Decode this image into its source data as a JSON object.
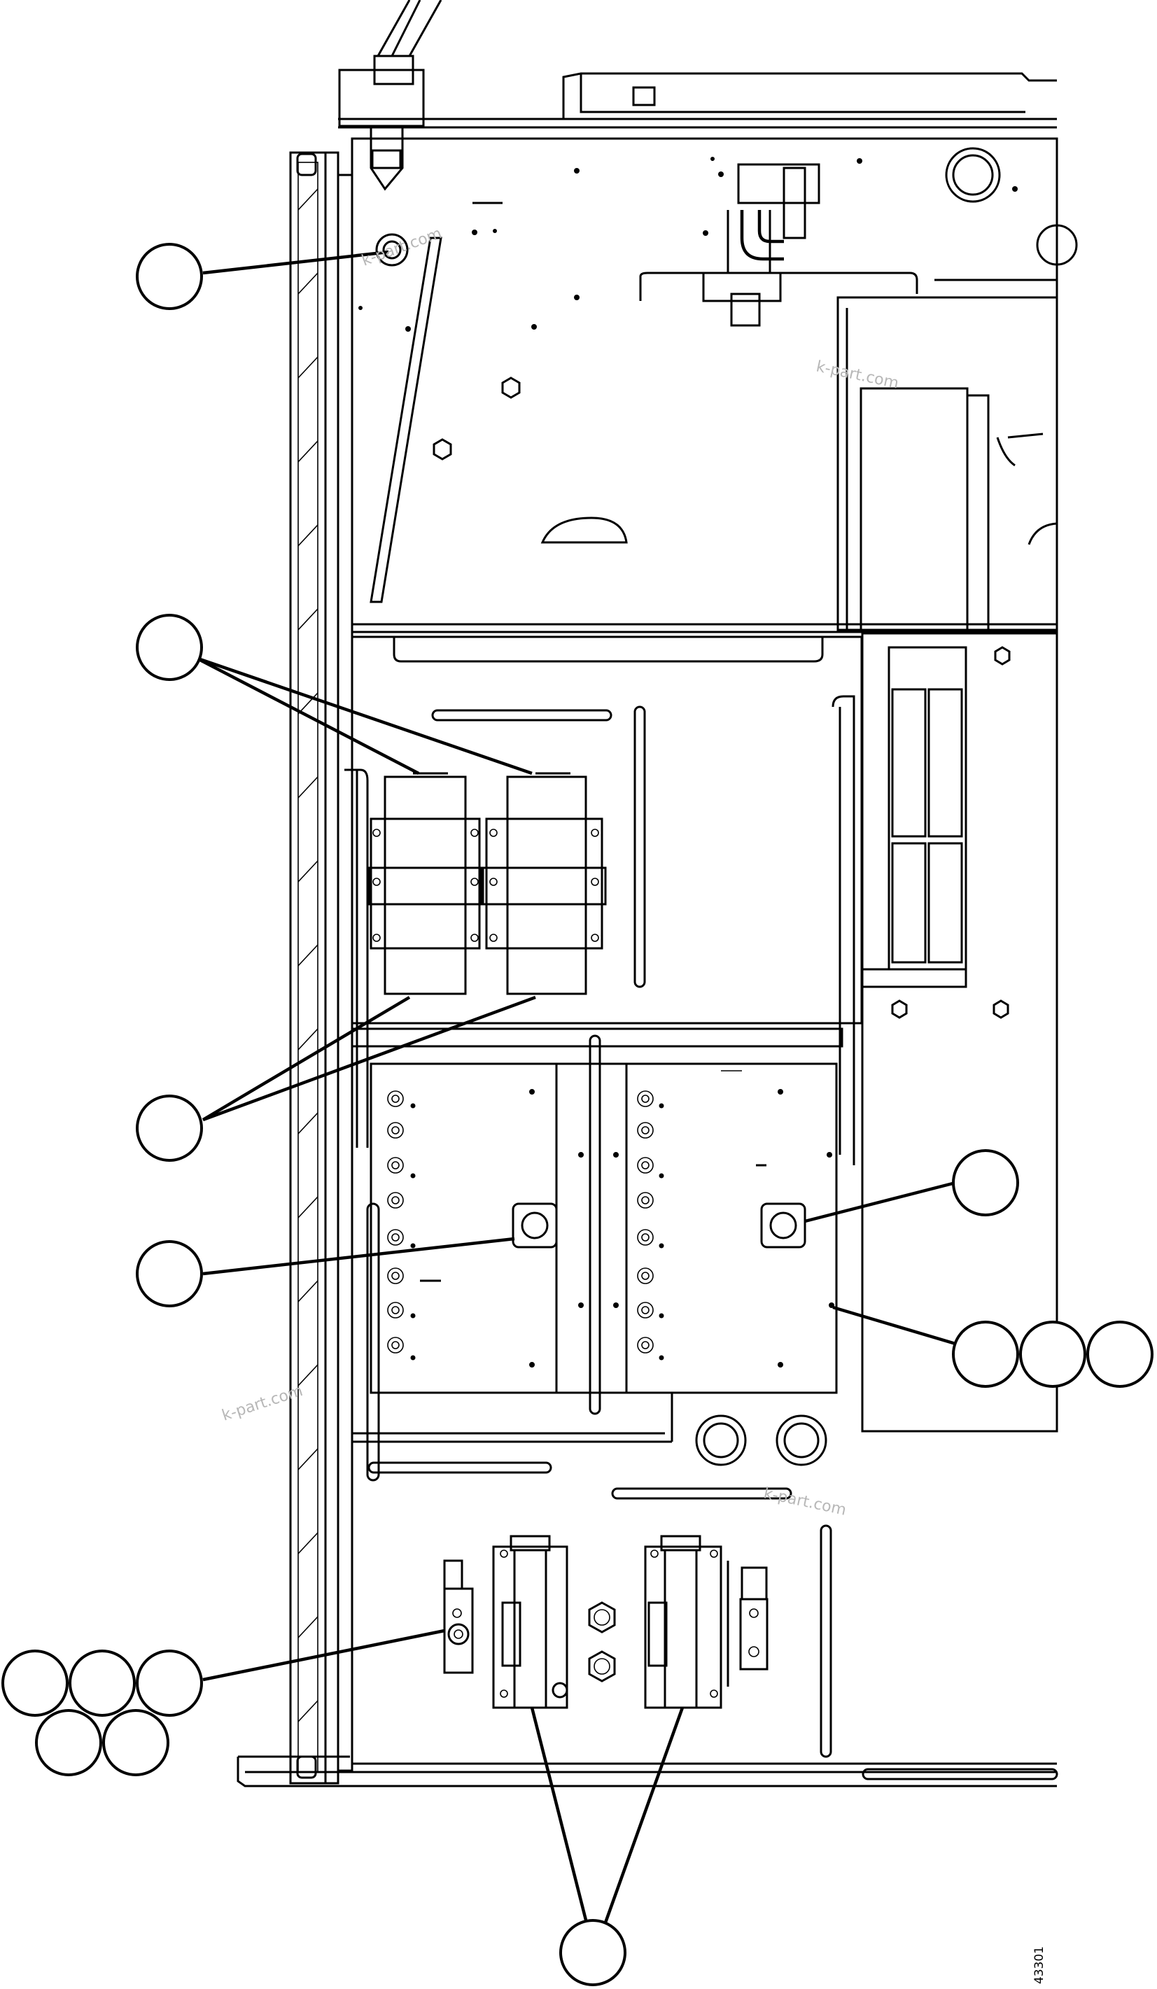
{
  "watermark": "k-part.com",
  "drawing_number": "43301",
  "colors": {
    "line": "#000000",
    "background": "#ffffff",
    "watermark": "#b7b7b7"
  },
  "callouts": [
    {
      "id": "callout-1",
      "count": 1
    },
    {
      "id": "callout-2",
      "count": 1
    },
    {
      "id": "callout-3",
      "count": 1
    },
    {
      "id": "callout-4",
      "count": 1
    },
    {
      "id": "callout-5",
      "count": 1
    },
    {
      "id": "callout-6",
      "count": 3
    },
    {
      "id": "callout-7",
      "count": 5
    },
    {
      "id": "callout-8",
      "count": 1
    }
  ]
}
